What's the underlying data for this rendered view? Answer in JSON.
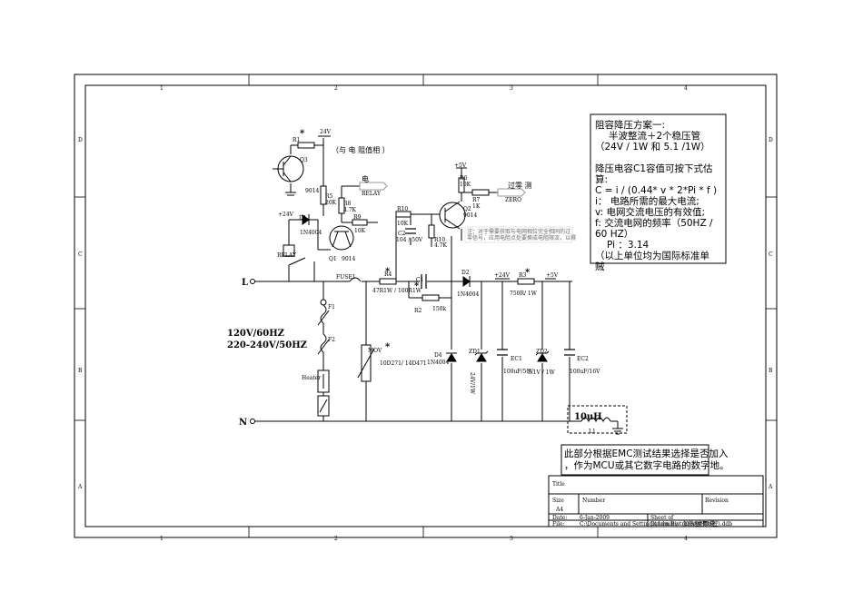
{
  "border": {
    "columns": [
      "1",
      "2",
      "3",
      "4"
    ],
    "rows": [
      "D",
      "C",
      "B",
      "A"
    ]
  },
  "title_block": {
    "title_label": "Title",
    "size_label": "Size",
    "size_value": "A4",
    "number_label": "Number",
    "revision_label": "Revision",
    "date_label": "Date:",
    "date_value": "6-Jan-2009",
    "sheet_label": "Sheet    of",
    "file_label": "File:",
    "file_value": "C:\\Documents and Settings\\Administrator\\桌面\\电",
    "drawn_by_label": "Drawn By:",
    "extra_value": "加热器(有线控).ddb"
  },
  "note_box": {
    "line1": "阻容降压方案一:",
    "line2": "半波整流＋2个稳压管",
    "line3": "（24V / 1W 和 5.1 /1W）",
    "line4": "降压电容C1容值可按下式估",
    "line5": "算:",
    "line6": "C = i / (0.44* v * 2*Pi * f )",
    "line7": "i：  电路所需的最大电流;",
    "line8": "v:    电网交流电压的有效值;",
    "line9": "f:   交流电网的频率（50HZ /",
    "line10": "60 HZ）",
    "line11": "Pi ：3.14",
    "line12": "（以上单位均为国际标准单",
    "line13": "贼"
  },
  "emc_note": {
    "line1": "此部分根据EMC测试结果选择是否加入",
    "line2": "，作为MCU或其它数字电路的数字地。"
  },
  "small_note": {
    "line1": "注：对于需要获取与电网相位完全相同的过",
    "line2": "零信号，应用电阻点处要换成电阻限流，以得"
  },
  "mains": {
    "freq1": "120V/60HZ",
    "freq2": "220-240V/50HZ",
    "L": "L",
    "N": "N"
  },
  "labels": {
    "with_resistance": "（与   电   阻值相   ）",
    "electric": "电",
    "zero_cross": "过零   测",
    "relay_net1": "RELAY",
    "relay_net2": "RELAY",
    "zero_net": "ZERO",
    "relay_coil": "RELAY",
    "r1": "R1",
    "vcc1": "24V",
    "q3": "Q3",
    "q3_type": "9014",
    "r5": "R5",
    "r5_val": "20K",
    "r8": "R8",
    "r8_val": "4.7K",
    "r9": "R9",
    "r9_val": "10K",
    "vcc2": "+24V",
    "d1": "D1",
    "d1_type": "1N4004",
    "q1": "Q1",
    "q1_type": "9014",
    "vcc3": "+5V",
    "r6": "R6",
    "r6_val": "10K",
    "r7": "R7",
    "r7_val": "1K",
    "q2": "Q2",
    "q2_type": "9014",
    "r10a": "R10",
    "r10a_val": "10K",
    "c2": "C2",
    "c2_val": "104 / 50V",
    "r10b": "R10",
    "r10b_val": "4.7K",
    "fuse": "FUSE1",
    "r4": "R4",
    "r4_val": "47R1W / 100R1W",
    "c1": "C1",
    "r2": "R2",
    "r2_val": "150k",
    "d2": "D2",
    "d2_type": "1N4004",
    "vcc4": "+24V",
    "r3": "R3",
    "r3_val": "750R/ 1W",
    "vcc5": "+5V",
    "d4": "D4",
    "d4_type": "1N4004",
    "zd1": "ZD1",
    "zd1_val": "24V/1W",
    "ec1": "EC1",
    "ec1_val": "100uF/50V",
    "zd2": "ZD2",
    "zd2_val": "5.1V / 1W",
    "ec2": "EC2",
    "ec2_val": "100uF/16V",
    "mov": "MOV",
    "mov_val": "10D271/ 14D471",
    "f1": "F1",
    "f2": "F2",
    "heater": "Heater",
    "l1": "L1",
    "l1_val": "10uH",
    "star": "*"
  }
}
